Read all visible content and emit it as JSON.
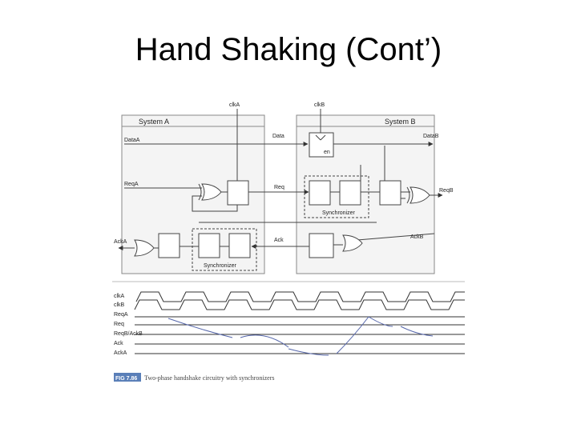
{
  "slide": {
    "title": "Hand Shaking (Cont’)"
  },
  "circuit": {
    "systemA": "System A",
    "systemB": "System B",
    "clkA": "clkA",
    "clkB": "clkB",
    "dataA": "DataA",
    "data": "Data",
    "dataB": "DataB",
    "en": "en",
    "reqA": "ReqA",
    "req": "Req",
    "reqB": "ReqB",
    "ack": "Ack",
    "ackA": "AckA",
    "ackB": "AckB",
    "synchronizer": "Synchronizer"
  },
  "timing": {
    "signals": [
      "clkA",
      "clkB",
      "ReqA",
      "Req",
      "ReqB/AckB",
      "Ack",
      "AckA"
    ]
  },
  "caption": {
    "badge": "FIG 7.86",
    "text": "Two-phase handshake circuitry with synchronizers"
  }
}
